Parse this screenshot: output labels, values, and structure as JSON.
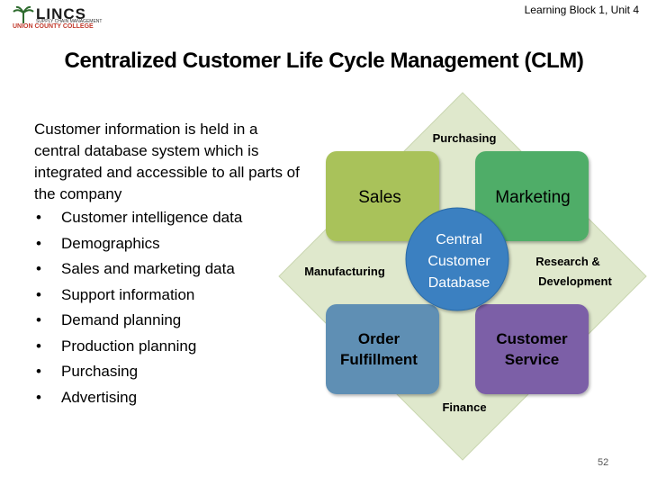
{
  "header": {
    "logo_title": "LINCS",
    "logo_subtitle": "SUPPLY CHAIN MANAGEMENT",
    "logo_college": "UNION COUNTY COLLEGE",
    "unit": "Learning Block 1, Unit 4"
  },
  "slide": {
    "title": "Centralized Customer Life Cycle Management (CLM)",
    "intro": "Customer information is held in a central database system which is integrated and accessible to all parts of the company",
    "bullets": [
      "Customer intelligence data",
      "Demographics",
      "Sales and marketing data",
      "Support information",
      "Demand planning",
      "Production planning",
      "Purchasing",
      "Advertising"
    ],
    "page_number": "52"
  },
  "diagram": {
    "outer_labels": {
      "purchasing": "Purchasing",
      "manufacturing": "Manufacturing",
      "research_line1": "Research &",
      "research_line2": "Development",
      "finance": "Finance"
    },
    "quadrants": {
      "sales": "Sales",
      "marketing": "Marketing",
      "order_line1": "Order",
      "order_line2": "Fulfillment",
      "service_line1": "Customer",
      "service_line2": "Service"
    },
    "center": {
      "line1": "Central",
      "line2": "Customer",
      "line3": "Database"
    },
    "colors": {
      "diamond": "#dfe8cc",
      "sales": "#a9c25a",
      "marketing": "#4fad68",
      "order": "#5e8fb4",
      "service": "#7b5ea7",
      "center": "#3a80c1"
    }
  }
}
